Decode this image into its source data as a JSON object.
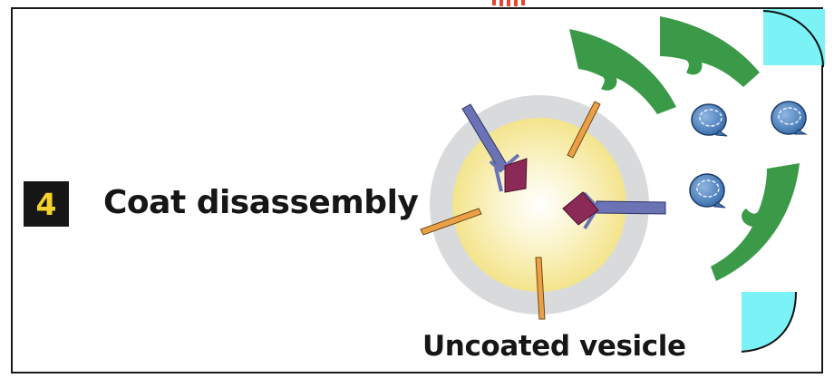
{
  "step": {
    "number": "4",
    "title": "Coat disassembly"
  },
  "labels": {
    "vesicle_caption": "Uncoated vesicle"
  },
  "colors": {
    "coat_protein": "#3b9a48",
    "adaptor": "#6b73b5",
    "cargo": "#8c2a57",
    "spike": "#eba046",
    "vesicle_core": "#f7eca0",
    "vesicle_halo": "#d9dadb",
    "released_subunit": "#4f86c2",
    "corner_patch": "#7bf2f5",
    "badge_text": "#f3d22b"
  }
}
